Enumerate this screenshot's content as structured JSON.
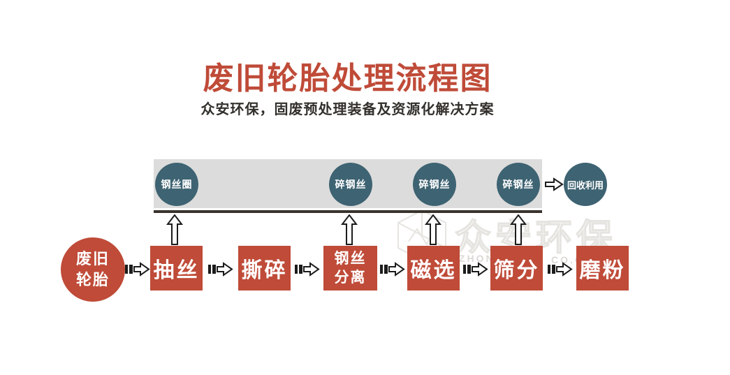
{
  "title": "废旧轮胎处理流程图",
  "subtitle": "众安环保，固废预处理装备及资源化解决方案",
  "colors": {
    "accent_red": "#bf4b38",
    "circle_teal": "#3e6372",
    "bar_gray": "#dcdcdc",
    "track_line": "#3a332d"
  },
  "top_track": {
    "outputs": [
      {
        "label": "钢丝圈"
      },
      {
        "label": "碎钢丝"
      },
      {
        "label": "碎钢丝"
      },
      {
        "label": "碎钢丝"
      }
    ],
    "recycle_label": "回收利用"
  },
  "flow": {
    "source": {
      "label": "废旧轮胎",
      "line1": "废旧",
      "line2": "轮胎"
    },
    "steps": [
      {
        "label": "抽丝"
      },
      {
        "label": "撕碎"
      },
      {
        "label": "钢丝分离",
        "line1": "钢丝",
        "line2": "分离"
      },
      {
        "label": "磁选"
      },
      {
        "label": "筛分"
      },
      {
        "label": "磨粉"
      }
    ]
  },
  "watermark": {
    "cjk": "众安环保",
    "latin_left": "ZHON",
    "latin_right": "CO.C"
  }
}
